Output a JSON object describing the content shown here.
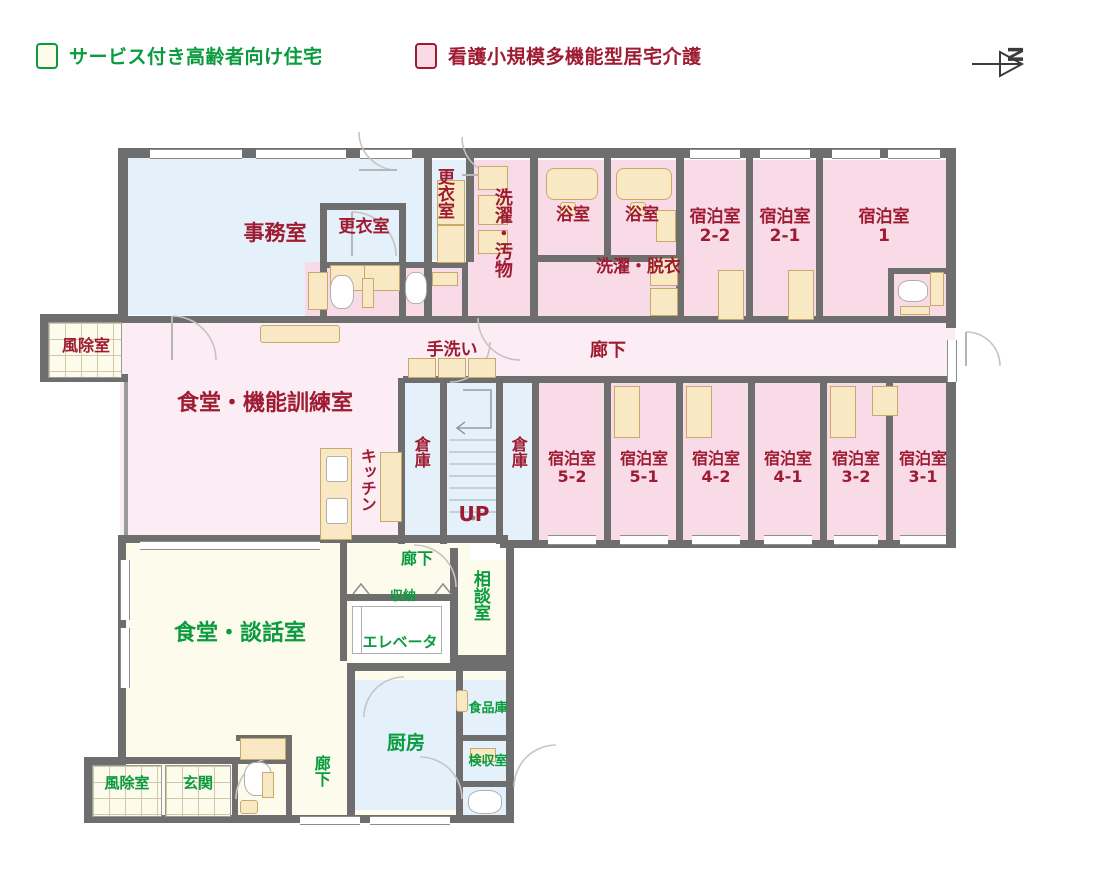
{
  "legend": {
    "items": [
      {
        "label": "サービス付き高齢者向け住宅",
        "color": "#0a9b3f",
        "fill": "#fdfbec",
        "name": "legend-senior-housing"
      },
      {
        "label": "看護小規模多機能型居宅介護",
        "color": "#9e1b32",
        "fill": "#f9dbe8",
        "name": "legend-nursing-care"
      }
    ]
  },
  "compass": {
    "label": "N"
  },
  "colors": {
    "wall": "#6e6e6e",
    "care_fill": "#f9dbe8",
    "corridor_fill": "#fcedf4",
    "service_fill": "#e4f1fb",
    "housing_fill": "#fdfbec",
    "care_text": "#9e1b32",
    "housing_text": "#0a9b3f"
  },
  "rooms": {
    "office": "事務室",
    "changing_small": "更衣室",
    "changing_vert": "更衣室",
    "laundry_waste": "洗濯・汚物",
    "bath_1": "浴室",
    "bath_2": "浴室",
    "laundry_undress": "洗濯・脱衣",
    "guest_2_2": "宿泊室\n2-2",
    "guest_2_1": "宿泊室\n2-1",
    "guest_1": "宿泊室\n1",
    "vestibule_upper": "風除室",
    "dining_training": "食堂・機能訓練室",
    "handwash": "手洗い",
    "corridor_main": "廊下",
    "kitchenette": "キッチン",
    "storage_left": "倉庫",
    "storage_right": "倉庫",
    "stairs_up": "UP",
    "guest_5_2": "宿泊室\n5-2",
    "guest_5_1": "宿泊室\n5-1",
    "guest_4_2": "宿泊室\n4-2",
    "guest_4_1": "宿泊室\n4-1",
    "guest_3_2": "宿泊室\n3-2",
    "guest_3_1": "宿泊室\n3-1",
    "dining_lounge": "食堂・談話室",
    "corridor_lower": "廊下",
    "closet": "収納",
    "elevator": "エレベータ",
    "consult": "相談室",
    "kitchen": "厨房",
    "pantry": "食品庫",
    "receiving": "検収室",
    "corridor_entry": "廊下",
    "vestibule_lower": "風除室",
    "entrance": "玄関"
  }
}
